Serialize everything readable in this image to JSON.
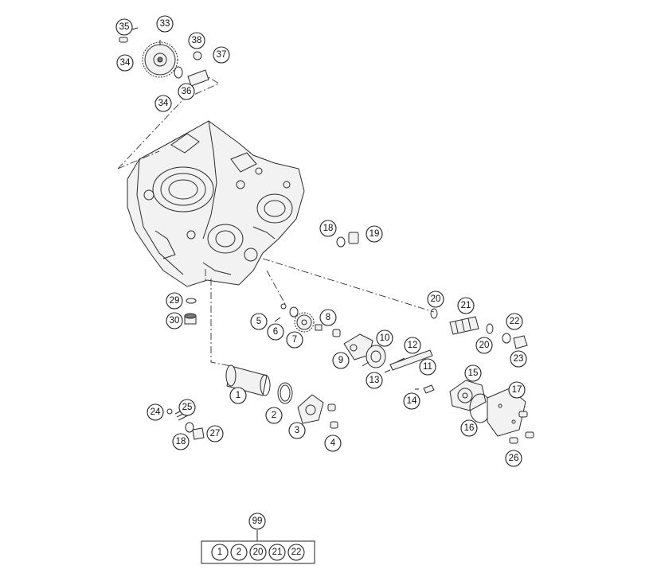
{
  "callouts": {
    "c35": "35",
    "c33": "33",
    "c34a": "34",
    "c34b": "34",
    "c38": "38",
    "c37": "37",
    "c36": "36",
    "c18a": "18",
    "c19": "19",
    "c29": "29",
    "c30": "30",
    "c5": "5",
    "c6": "6",
    "c7": "7",
    "c8": "8",
    "c20a": "20",
    "c21": "21",
    "c22": "22",
    "c20b": "20",
    "c23": "23",
    "c10": "10",
    "c9": "9",
    "c12": "12",
    "c11": "11",
    "c13": "13",
    "c15": "15",
    "c14": "14",
    "c17": "17",
    "c16": "16",
    "c26": "26",
    "c1": "1",
    "c2": "2",
    "c3": "3",
    "c4": "4",
    "c24": "24",
    "c25": "25",
    "c18b": "18",
    "c27": "27",
    "c99": "99"
  },
  "kit": {
    "number": "99",
    "items": [
      "1",
      "2",
      "20",
      "21",
      "22"
    ]
  }
}
